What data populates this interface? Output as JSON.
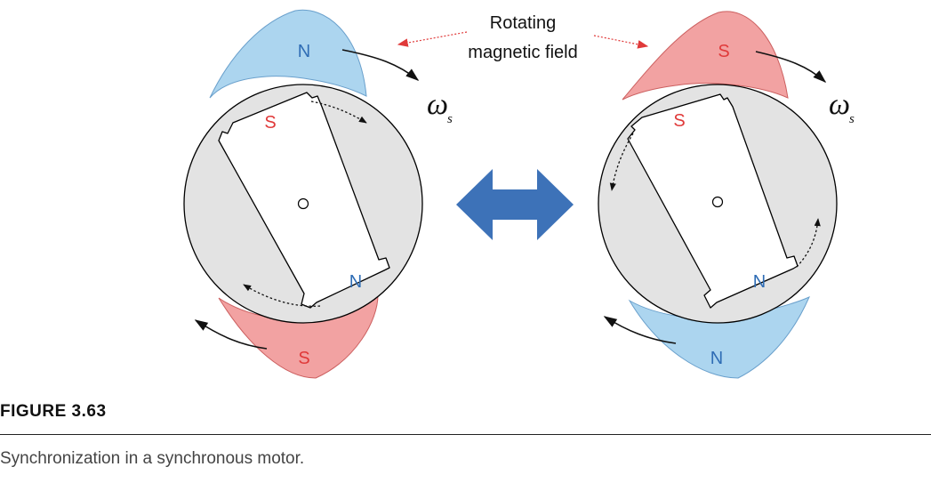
{
  "figure": {
    "annotation": "Rotating\nmagnetic field",
    "omega_symbol": "ω",
    "omega_subscript": "s",
    "left_motor": {
      "top_pole": "N",
      "bottom_pole": "S",
      "rotor_top_pole": "S",
      "rotor_bottom_pole": "N"
    },
    "right_motor": {
      "top_pole": "S",
      "bottom_pole": "N",
      "rotor_top_pole": "S",
      "rotor_bottom_pole": "N"
    }
  },
  "caption": {
    "number": "FIGURE 3.63",
    "text": "Synchronization in a synchronous motor."
  },
  "colors": {
    "north": "#2f6db5",
    "south": "#e03a3a",
    "north_fill": "#acd5ef",
    "south_fill": "#f2a2a2",
    "stator_fill": "#e3e3e3",
    "double_arrow": "#3d72b8",
    "annotation_arrow": "#e03a3a"
  }
}
